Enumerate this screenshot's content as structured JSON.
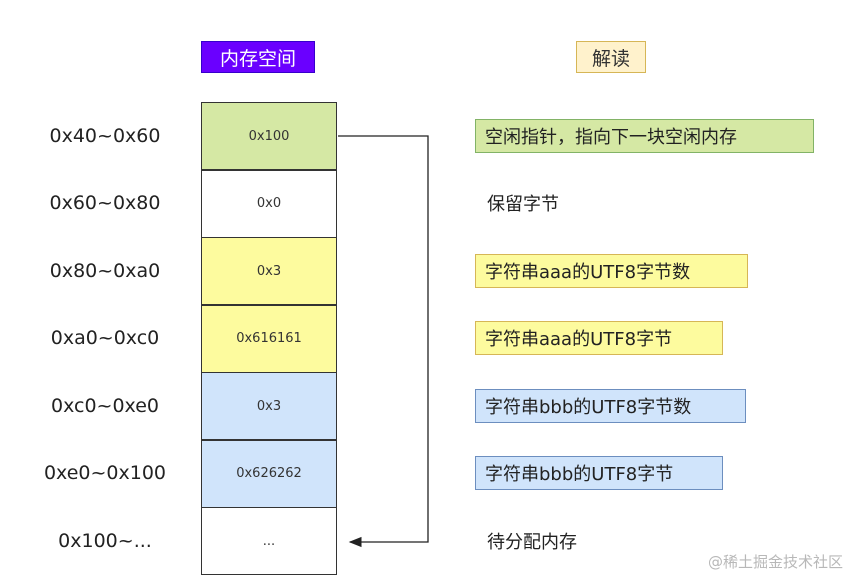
{
  "header": {
    "memory": "内存空间",
    "explain": "解读"
  },
  "rows": [
    {
      "addr": "0x40~0x60",
      "value": "0x100",
      "fill": "#d5e8a4",
      "note": "空闲指针，指向下一块空闲内存",
      "note_fill": "#d5e8a4",
      "note_border": "#82b366"
    },
    {
      "addr": "0x60~0x80",
      "value": "0x0",
      "fill": "#ffffff",
      "note": "保留字节",
      "note_fill": "",
      "note_border": ""
    },
    {
      "addr": "0x80~0xa0",
      "value": "0x3",
      "fill": "#fdfb9e",
      "note": "字符串aaa的UTF8字节数",
      "note_fill": "#fdfb9e",
      "note_border": "#d6b656"
    },
    {
      "addr": "0xa0~0xc0",
      "value": "0x616161",
      "fill": "#fdfb9e",
      "note": "字符串aaa的UTF8字节",
      "note_fill": "#fdfb9e",
      "note_border": "#d6b656"
    },
    {
      "addr": "0xc0~0xe0",
      "value": "0x3",
      "fill": "#d0e4fb",
      "note": "字符串bbb的UTF8字节数",
      "note_fill": "#d0e4fb",
      "note_border": "#6c8ebf"
    },
    {
      "addr": "0xe0~0x100",
      "value": "0x626262",
      "fill": "#d0e4fb",
      "note": "字符串bbb的UTF8字节",
      "note_fill": "#d0e4fb",
      "note_border": "#6c8ebf"
    },
    {
      "addr": "0x100~...",
      "value": "...",
      "fill": "#ffffff",
      "note": "待分配内存",
      "note_fill": "",
      "note_border": ""
    }
  ],
  "watermark": "@稀土掘金技术社区"
}
